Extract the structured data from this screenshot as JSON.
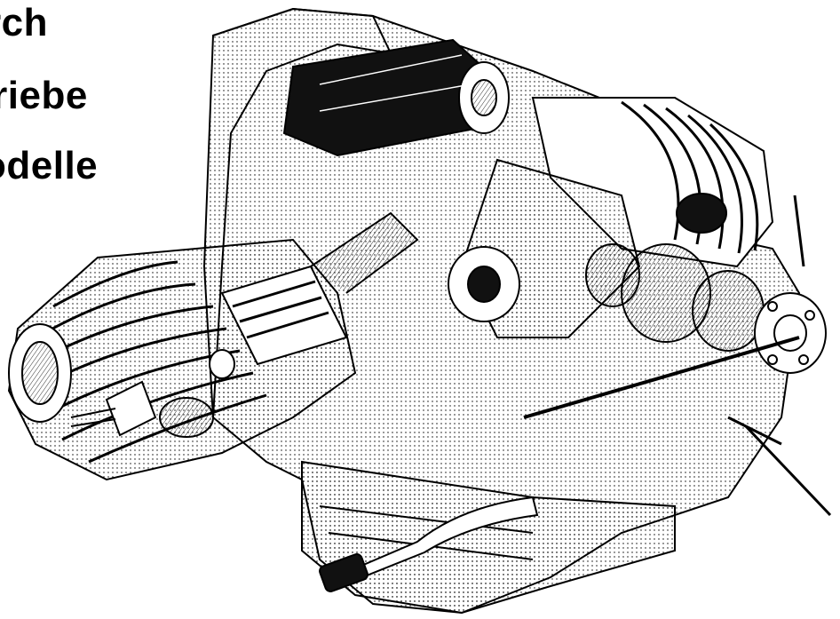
{
  "heading": {
    "line1": "rch",
    "line2": "triebe",
    "line3": "odelle"
  },
  "illustration": {
    "subject": "cutaway engine illustration",
    "style": "black-and-white technical line drawing",
    "colors": {
      "ink": "#000000",
      "paper": "#ffffff",
      "shade": "#cfcfcf"
    }
  }
}
